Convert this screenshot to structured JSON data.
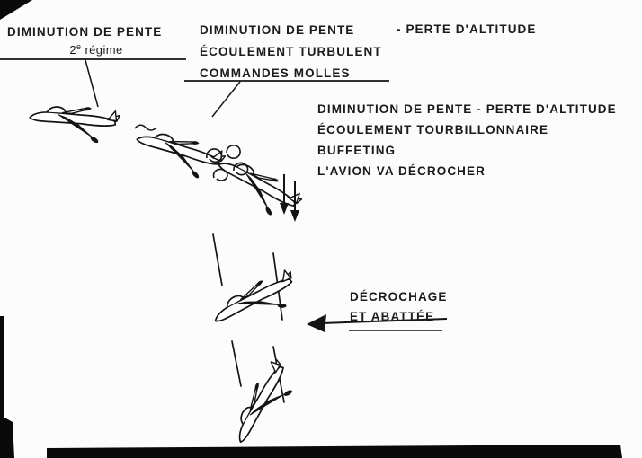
{
  "colors": {
    "ink": "#1b1b1b",
    "paper": "#fcfcfc"
  },
  "stage1": {
    "title": "DIMINUTION DE PENTE",
    "regime_num": "2",
    "regime_sup": "e",
    "regime_rest": " régime"
  },
  "stage2": {
    "line1": "DIMINUTION DE PENTE",
    "line2": "ÉCOULEMENT TURBULENT",
    "line3": "COMMANDES MOLLES",
    "aside": "- PERTE D'ALTITUDE"
  },
  "stage3": {
    "line1": "DIMINUTION DE PENTE - PERTE D'ALTITUDE",
    "line2": "ÉCOULEMENT TOURBILLONNAIRE",
    "line3": "BUFFETING",
    "line4": "L'AVION VA DÉCROCHER"
  },
  "stage4": {
    "line1": "DÉCROCHAGE",
    "line2": "ET ABATTÉE"
  }
}
